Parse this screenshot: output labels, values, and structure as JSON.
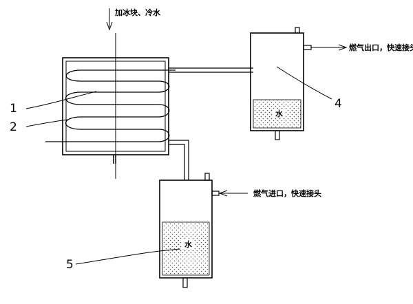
{
  "labels": {
    "top_inlet": "加冰块、冷水",
    "gas_outlet": "燃气出口，快速接头",
    "gas_inlet": "燃气进口，快速接头",
    "water_upper": "水",
    "water_lower": "水"
  },
  "callouts": {
    "n1": "1",
    "n2": "2",
    "n4": "4",
    "n5": "5"
  }
}
